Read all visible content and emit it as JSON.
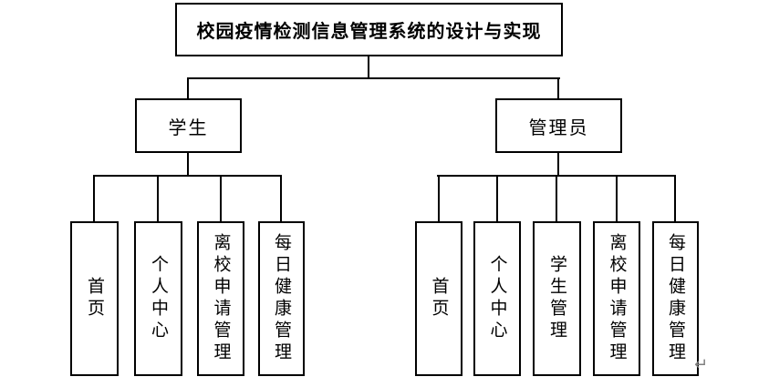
{
  "diagram": {
    "root": {
      "label": "校园疫情检测信息管理系统的设计与实现"
    },
    "branches": [
      {
        "label": "学生",
        "children": [
          "首页",
          "个人中心",
          "离校申请管理",
          "每日健康管理"
        ]
      },
      {
        "label": "管理员",
        "children": [
          "首页",
          "个人中心",
          "学生管理",
          "离校申请管理",
          "每日健康管理"
        ]
      }
    ],
    "return_mark": "↵"
  },
  "colors": {
    "background": "#ffffff",
    "line": "#000000",
    "return_mark": "#7f7f7f"
  }
}
